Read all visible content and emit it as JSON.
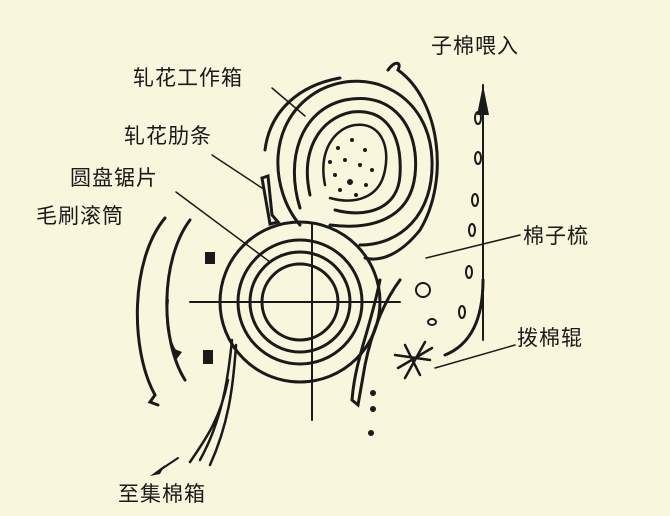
{
  "diagram": {
    "type": "sawtooth cotton gin cross-section",
    "labels": {
      "cotton_feed": "子棉喂入",
      "ginning_box": "轧花工作箱",
      "ginning_rib": "轧花肋条",
      "saw_disc": "圆盘锯片",
      "brush_cylinder": "毛刷滚筒",
      "seed_comb": "棉子梳",
      "kicker_roller": "拨棉辊",
      "to_condenser": "至集棉箱"
    },
    "colors": {
      "background": "#f8f6dc",
      "ink": "#1a1a1a"
    }
  }
}
